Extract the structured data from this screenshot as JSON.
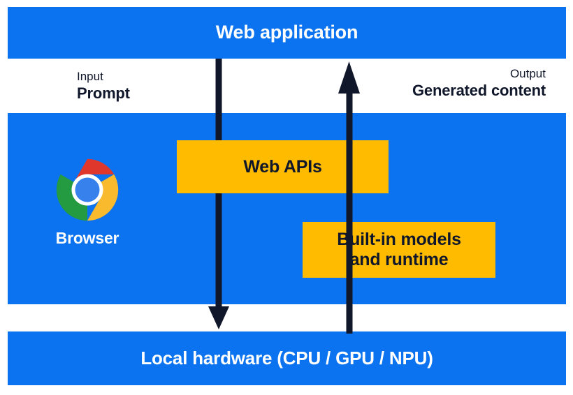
{
  "diagram": {
    "title": "Web application",
    "bands": {
      "top": {
        "label": "Web application"
      },
      "middle": {
        "label": "Browser"
      },
      "bottom": {
        "label": "Local hardware (CPU / GPU / NPU)"
      }
    },
    "boxes": [
      {
        "id": "web-apis",
        "label": "Web APIs"
      },
      {
        "id": "built-in-models",
        "line1": "Built-in models",
        "line2": "and runtime"
      }
    ],
    "flows": {
      "input": {
        "kind": "Input",
        "value": "Prompt"
      },
      "output": {
        "kind": "Output",
        "value": "Generated content"
      }
    },
    "icons": {
      "browser": "chrome-logo-icon",
      "arrow_down": "arrow-down-icon",
      "arrow_up": "arrow-up-icon"
    },
    "colors": {
      "band_blue": "#0b73ef",
      "box_yellow": "#ffbb00",
      "arrow_navy": "#10172a",
      "text_on_blue": "#ffffff",
      "chrome_red": "#e0372c",
      "chrome_yellow": "#f9bb2d",
      "chrome_green": "#249a41",
      "chrome_blue": "#3681ec",
      "background": "#ffffff"
    }
  }
}
